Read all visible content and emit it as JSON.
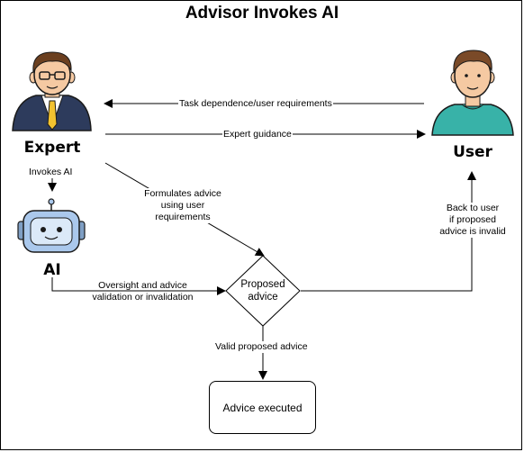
{
  "title": "Advisor Invokes AI",
  "actors": {
    "expert": "Expert",
    "user": "User",
    "ai": "AI"
  },
  "nodes": {
    "proposed": "Proposed\nadvice",
    "executed": "Advice executed"
  },
  "edges": {
    "task_dependence": "Task dependence/user requirements",
    "expert_guidance": "Expert guidance",
    "invokes_ai": "Invokes AI",
    "formulates": "Formulates advice\nusing user\nrequirements",
    "back_to_user": "Back to user\nif proposed\nadvice is invalid",
    "oversight": "Oversight and advice\nvalidation or invalidation",
    "valid": "Valid proposed advice"
  },
  "icons": [
    "expert-person-icon",
    "user-person-icon",
    "robot-icon"
  ],
  "colors": {
    "tie": "#f2c230",
    "suit": "#2d3b5c",
    "user_shirt": "#38b2a8",
    "robot": "#aac8ec"
  }
}
